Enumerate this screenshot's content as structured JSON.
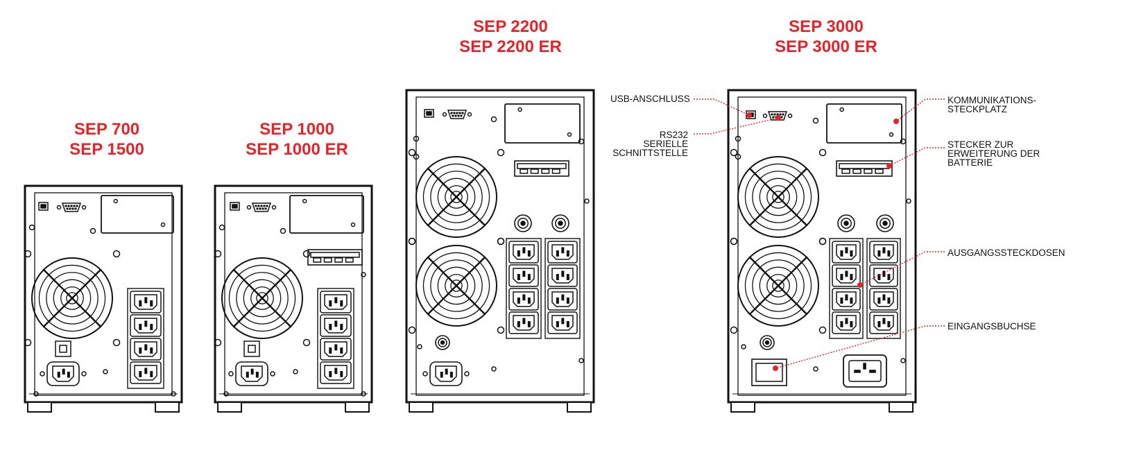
{
  "models": [
    {
      "line1": "SEP 700",
      "line2": "SEP 1500"
    },
    {
      "line1": "SEP 1000",
      "line2": "SEP 1000 ER"
    },
    {
      "line1": "SEP 2200",
      "line2": "SEP 2200 ER"
    },
    {
      "line1": "SEP 3000",
      "line2": "SEP 3000 ER"
    }
  ],
  "callouts": {
    "usb": "USB-ANSCHLUSS",
    "rs232": [
      "RS232",
      "SERIELLE",
      "SCHNITTSTELLE"
    ],
    "comm_slot": [
      "KOMMUNIKATIONS-",
      "STECKPLATZ"
    ],
    "battery_plug": [
      "STECKER ZUR",
      "ERWEITERUNG DER",
      "BATTERIE"
    ],
    "outputs": "AUSGANGSSTECKDOSEN",
    "input": "EINGANGSBUCHSE"
  },
  "colors": {
    "accent": "#e1252b",
    "line": "#111111"
  }
}
